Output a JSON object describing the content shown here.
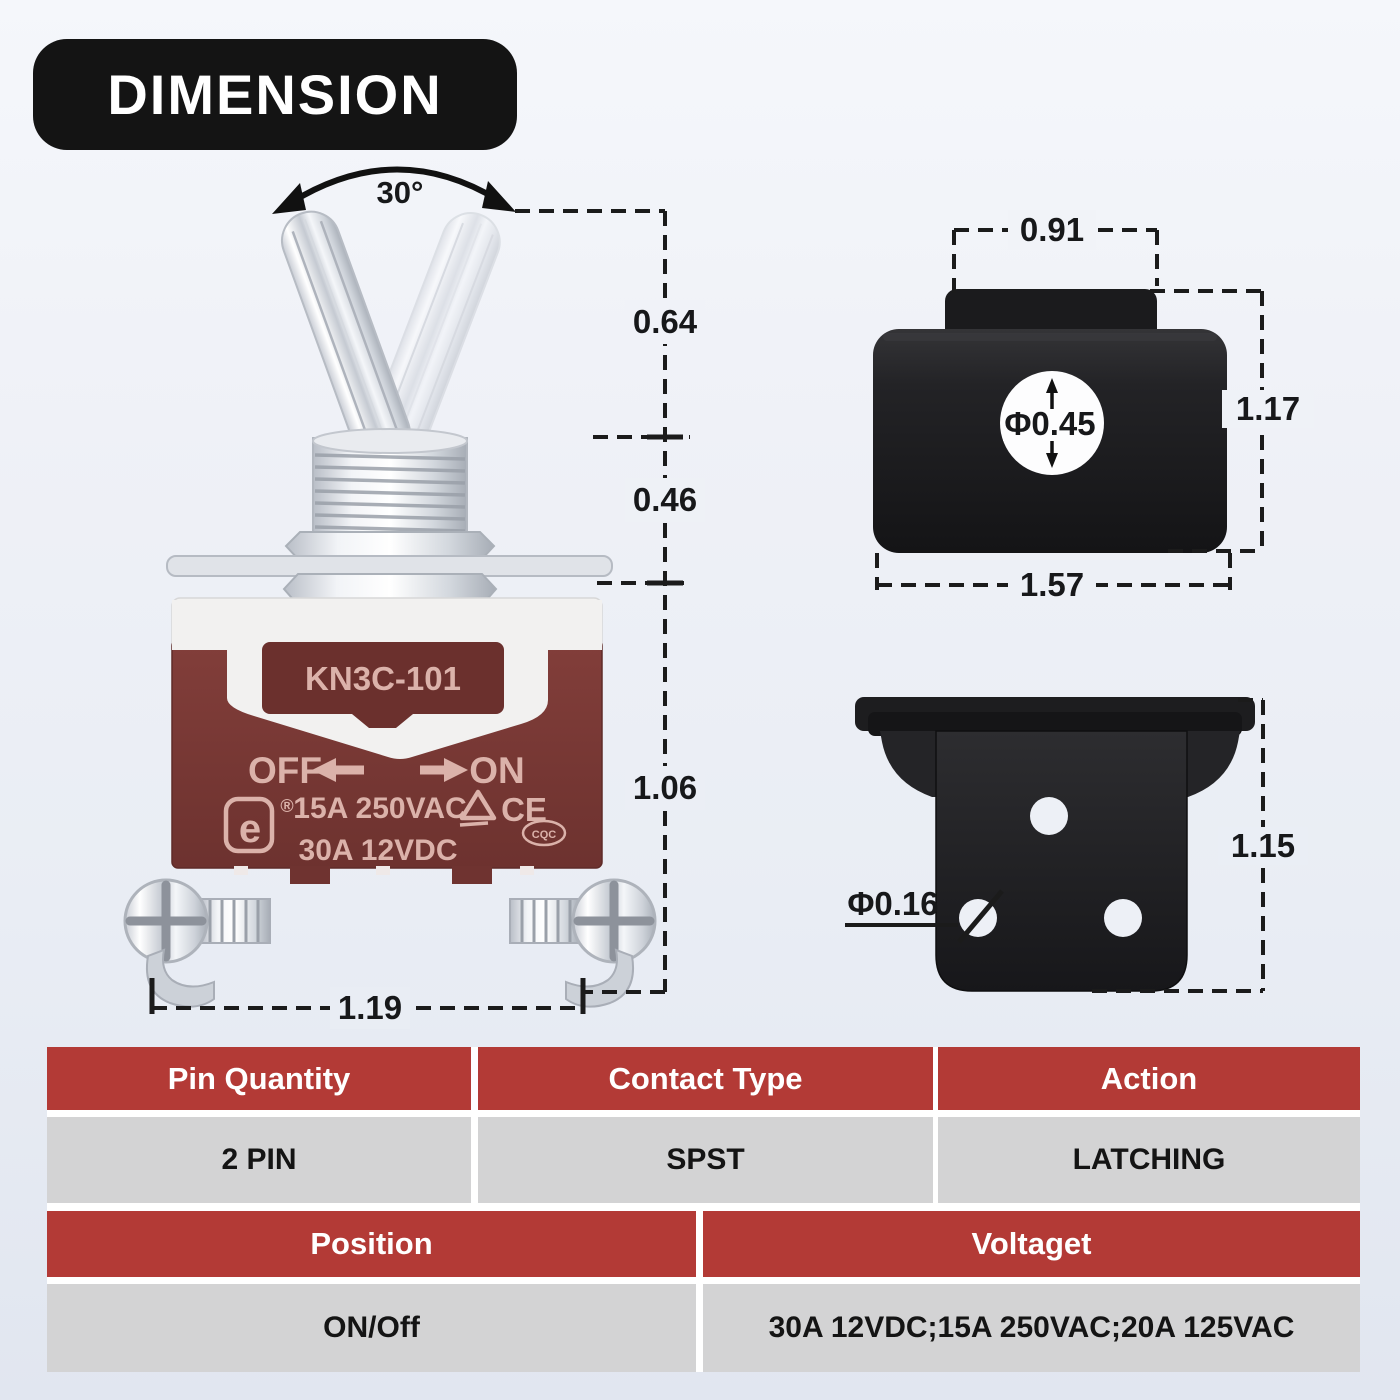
{
  "badge": {
    "label": "DIMENSION"
  },
  "diagram": {
    "angle": "30°",
    "model": "KN3C-101",
    "off": "OFF",
    "on": "ON",
    "rating1": "15A 250VAC",
    "rating2": "30A 12VDC",
    "mark_e": "e",
    "mark_reg": "®",
    "mark_ce": "CE",
    "mark_cqc": "CQC",
    "dim_lever": "0.64",
    "dim_bushing": "0.46",
    "dim_body": "1.06",
    "dim_width": "1.19"
  },
  "bracket_top": {
    "dim_tab_width": "0.91",
    "dim_hole": "Φ0.45",
    "dim_height": "1.17",
    "dim_width": "1.57"
  },
  "bracket_front": {
    "dim_hole": "Φ0.16",
    "dim_height": "1.15"
  },
  "table": {
    "row1": {
      "headers": [
        "Pin Quantity",
        "Contact Type",
        "Action"
      ],
      "values": [
        "2 PIN",
        "SPST",
        "LATCHING"
      ]
    },
    "row2": {
      "headers": [
        "Position",
        "Voltaget"
      ],
      "values": [
        "ON/Off",
        "30A 12VDC;15A 250VAC;20A 125VAC"
      ]
    }
  },
  "colors": {
    "header_red": "#b33a36",
    "cell_gray": "#d3d3d4",
    "body_maroon": "#7a3a36",
    "bracket_black": "#1c1c1e",
    "dim_line": "#1b1b1b"
  }
}
